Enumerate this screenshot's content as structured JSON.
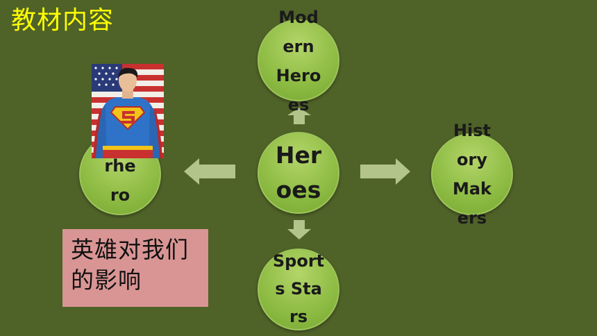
{
  "title": "教材内容",
  "diagram": {
    "center": "Heroes",
    "top": "Modern Heroes",
    "right": "History Makers",
    "bottom": "Sports Stars",
    "left": "rhero"
  },
  "note": "英雄对我们的影响",
  "colors": {
    "background": "#4f6228",
    "node_fill": "#8fbd45",
    "title_text": "#ffff00",
    "note_box": "#d99594",
    "arrow_fill": "#c3d69b"
  },
  "photo_icon": "superhero-photo"
}
